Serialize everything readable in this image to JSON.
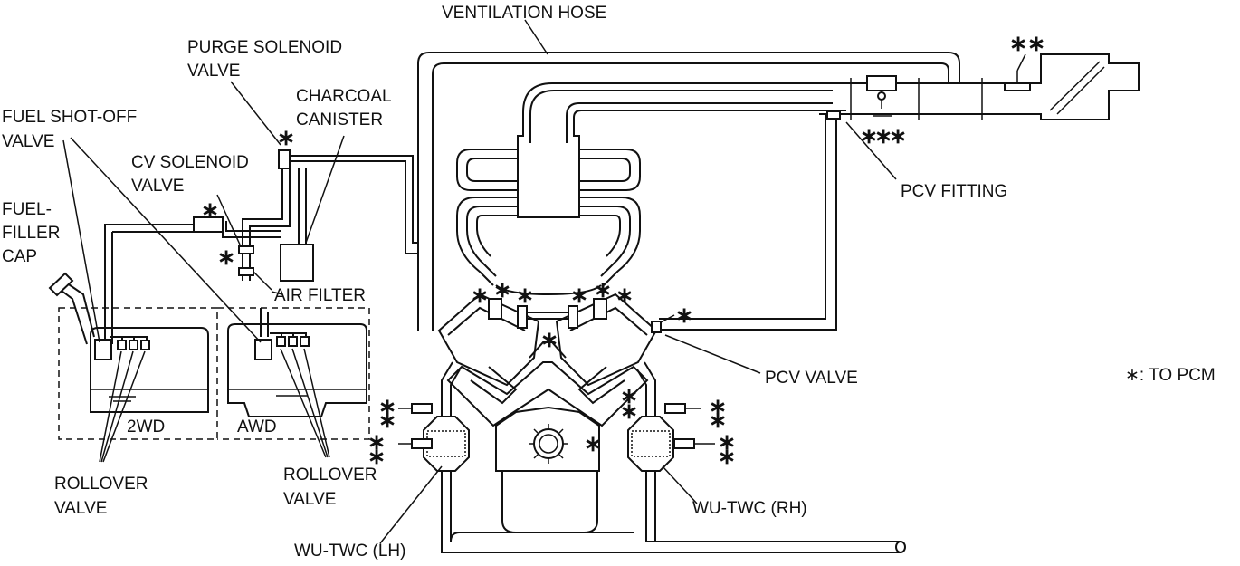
{
  "labels": {
    "ventilation_hose": "VENTILATION HOSE",
    "purge_solenoid_valve_1": "PURGE SOLENOID",
    "purge_solenoid_valve_2": "VALVE",
    "charcoal_canister_1": "CHARCOAL",
    "charcoal_canister_2": "CANISTER",
    "fuel_shutoff_valve_1": "FUEL SHOT-OFF",
    "fuel_shutoff_valve_2": "VALVE",
    "cv_solenoid_valve_1": "CV SOLENOID",
    "cv_solenoid_valve_2": "VALVE",
    "fuel_filler_cap_1": "FUEL-",
    "fuel_filler_cap_2": "FILLER",
    "fuel_filler_cap_3": "CAP",
    "air_filter": "AIR FILTER",
    "pcv_fitting": "PCV FITTING",
    "pcv_valve": "PCV VALVE",
    "to_pcm": "∗: TO PCM",
    "two_wd": "2WD",
    "awd": "AWD",
    "rollover_valve_left_1": "ROLLOVER",
    "rollover_valve_left_2": "VALVE",
    "rollover_valve_right_1": "ROLLOVER",
    "rollover_valve_right_2": "VALVE",
    "wu_twc_lh": "WU-TWC (LH)",
    "wu_twc_rh": "WU-TWC (RH)"
  },
  "markers": {
    "asterisk": "∗"
  }
}
